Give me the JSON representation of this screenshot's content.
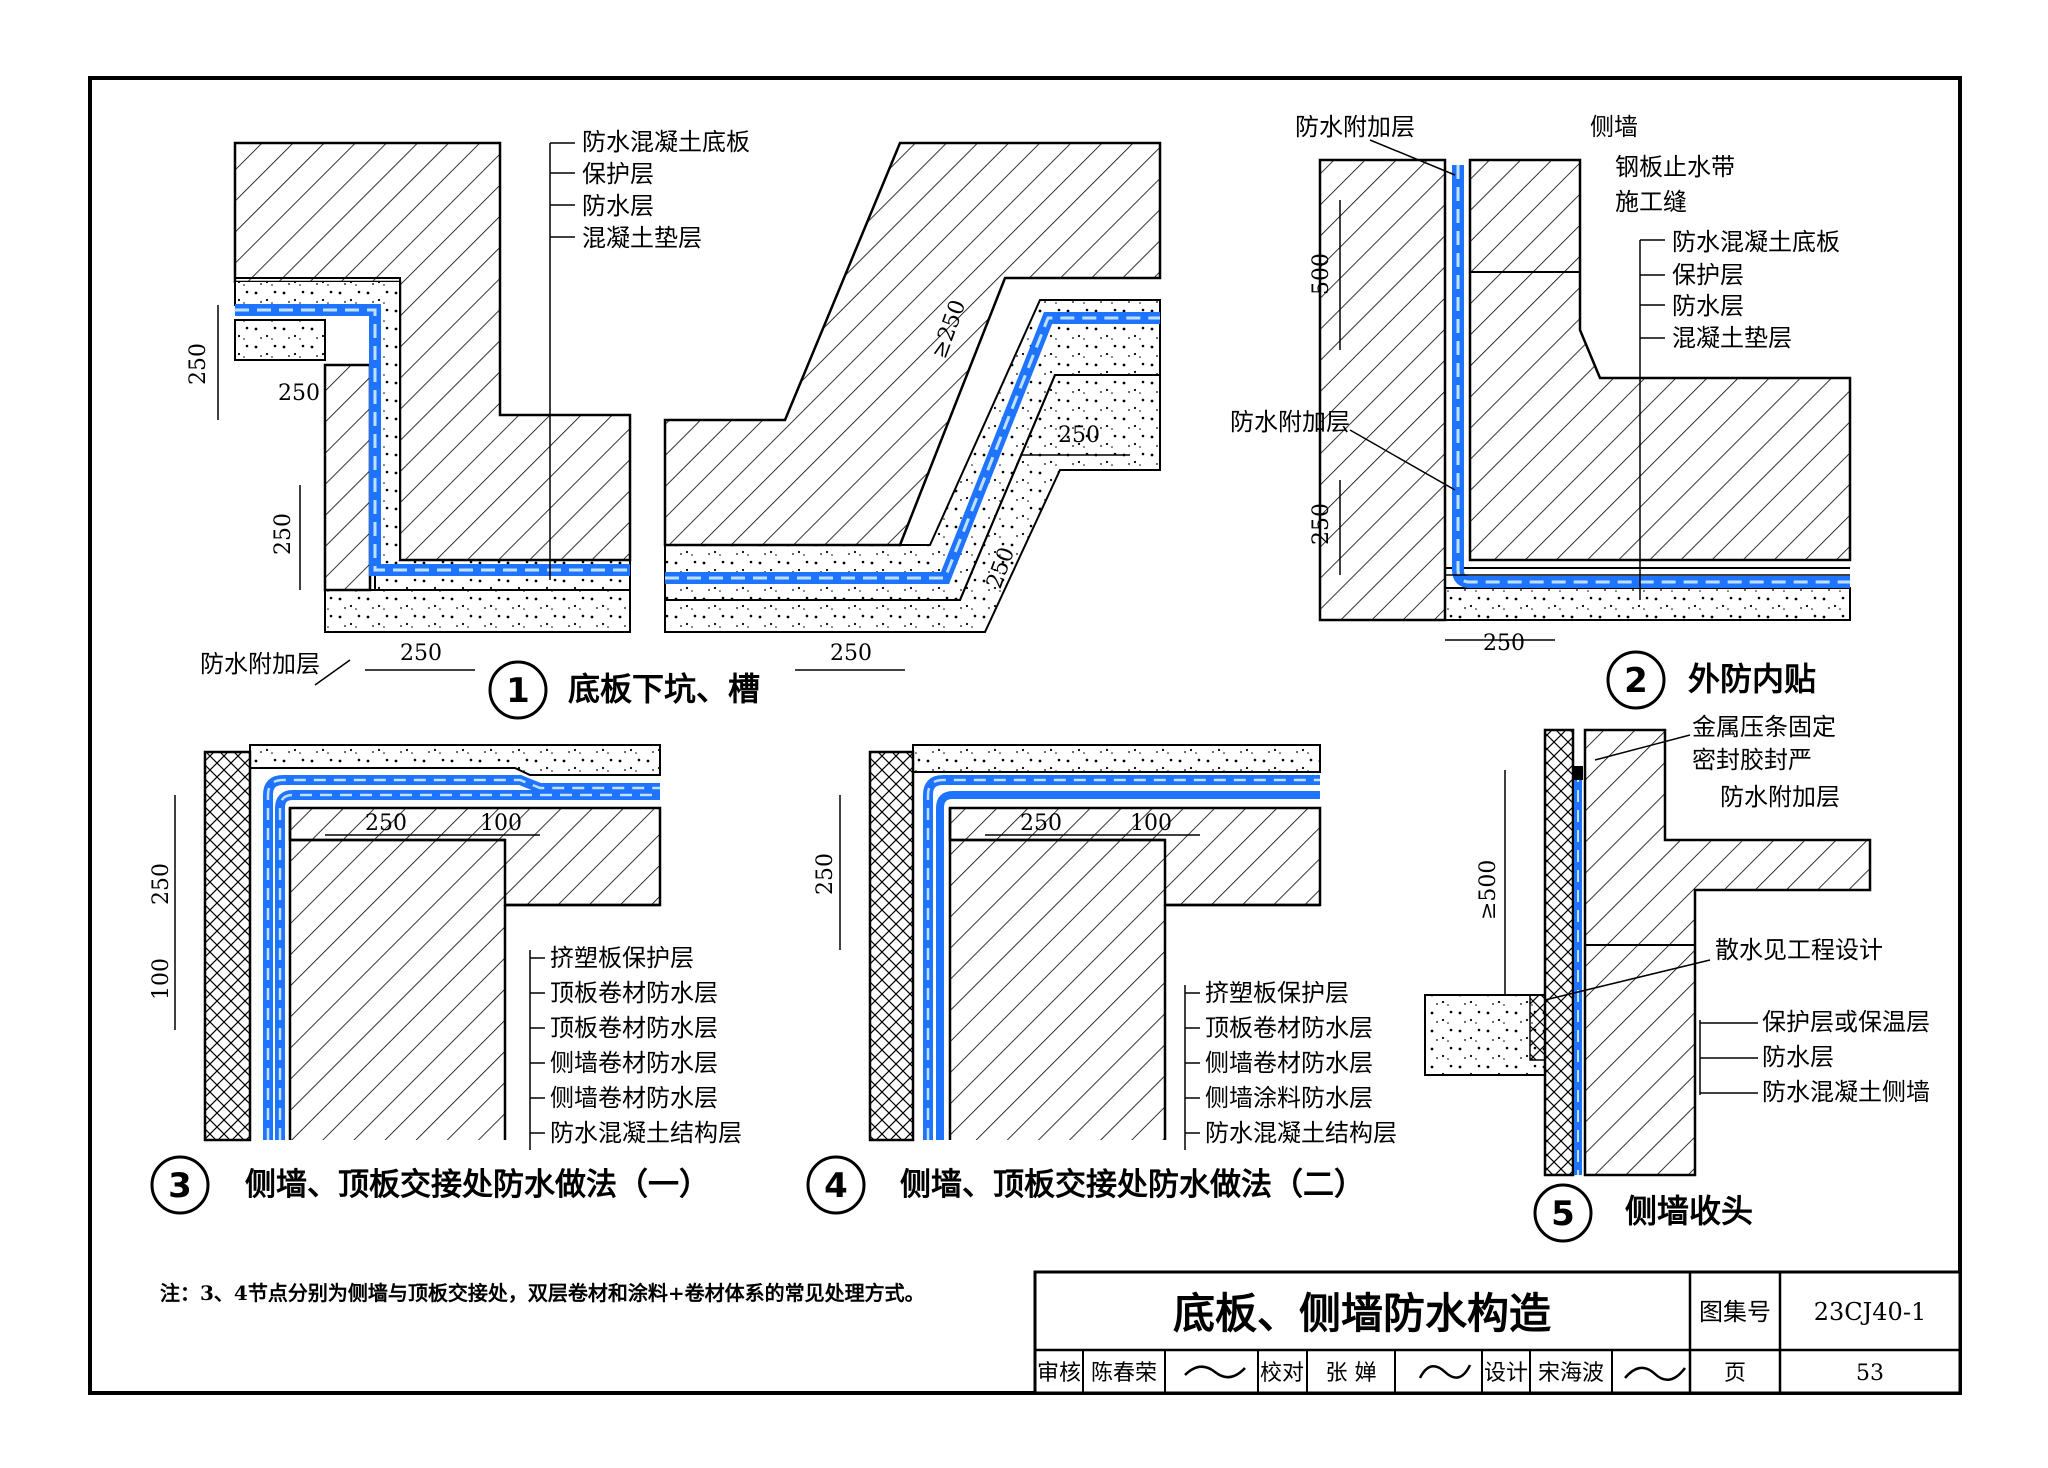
{
  "colors": {
    "waterproof": "#1e73ff",
    "line": "#000000",
    "paper": "#ffffff"
  },
  "details": {
    "d1": {
      "number": "1",
      "title": "底板下坑、槽",
      "labels": [
        "防水混凝土底板",
        "保护层",
        "防水层",
        "混凝土垫层"
      ],
      "extra_label": "防水附加层",
      "dims": {
        "a": "250",
        "b": "250",
        "c": "250",
        "d": "250",
        "e": "250",
        "f": "250",
        "g": "250",
        "h": "≥250"
      }
    },
    "d2": {
      "number": "2",
      "title": "外防内贴",
      "labels_top": [
        "防水附加层",
        "侧墙",
        "钢板止水带",
        "施工缝"
      ],
      "labels": [
        "防水混凝土底板",
        "保护层",
        "防水层",
        "混凝土垫层"
      ],
      "extra_label": "防水附加层",
      "dims": {
        "a": "500",
        "b": "250",
        "c": "250"
      }
    },
    "d3": {
      "number": "3",
      "title": "侧墙、顶板交接处防水做法（一）",
      "labels": [
        "挤塑板保护层",
        "顶板卷材防水层",
        "顶板卷材防水层",
        "侧墙卷材防水层",
        "侧墙卷材防水层",
        "防水混凝土结构层"
      ],
      "dims": {
        "a": "250",
        "b": "100",
        "c": "250",
        "d": "100"
      }
    },
    "d4": {
      "number": "4",
      "title": "侧墙、顶板交接处防水做法（二）",
      "labels": [
        "挤塑板保护层",
        "顶板卷材防水层",
        "侧墙卷材防水层",
        "侧墙涂料防水层",
        "防水混凝土结构层"
      ],
      "dims": {
        "a": "250",
        "b": "100",
        "c": "250"
      }
    },
    "d5": {
      "number": "5",
      "title": "侧墙收头",
      "labels_top": [
        "金属压条固定",
        "密封胶封严",
        "防水附加层"
      ],
      "labels": [
        "散水见工程设计",
        "保护层或保温层",
        "防水层",
        "防水混凝土侧墙"
      ],
      "dims": {
        "a": "≥500"
      }
    }
  },
  "note": "注：3、4节点分别为侧墙与顶板交接处，双层卷材和涂料+卷材体系的常见处理方式。",
  "title_block": {
    "title": "底板、侧墙防水构造",
    "atlas_label": "图集号",
    "atlas_no": "23CJ40-1",
    "review_label": "审核",
    "reviewer": "陈春荣",
    "check_label": "校对",
    "checker": "张 婵",
    "design_label": "设计",
    "designer": "宋海波",
    "page_label": "页",
    "page_no": "53"
  }
}
